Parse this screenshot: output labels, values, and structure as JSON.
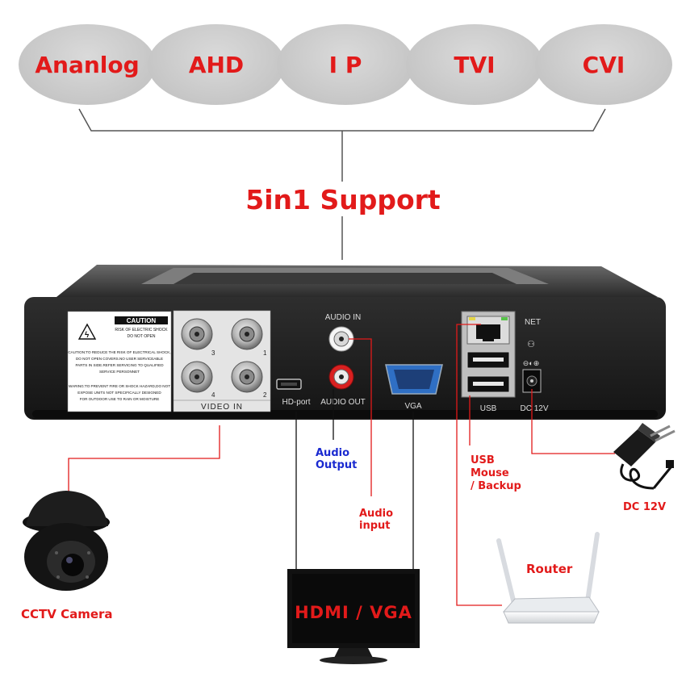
{
  "formats": [
    {
      "label": "Ananlog"
    },
    {
      "label": "AHD"
    },
    {
      "label": "I P"
    },
    {
      "label": "TVI"
    },
    {
      "label": "CVI"
    }
  ],
  "headline": "5in1 Support",
  "panel": {
    "caution_title": "CAUTION",
    "caution_sub1": "RISK OF ELECTRIC SHOCK",
    "caution_sub2": "DO NOT OPEN",
    "caution_lines": [
      "CAUTION:TO REDUCE THE RISK OF ELECTRICAL SHOCK,",
      "DO NOT OPEN COVERS.NO USER SERVICEABLE",
      "PARTS IN SIDE.REFER SERVICING TO QUALIFIED",
      "SERVICE PERSONNET",
      "WARING:TO PREVENT FIRE OR SHOCK HAZARD,DO NOT",
      "EXPOSE UNITS NOT SPECIFICALLY DESIGNED",
      "FOR OUTDOOR USE TO RAIN OR MOISTURE"
    ],
    "bnc_numbers": [
      "3",
      "1",
      "4",
      "2"
    ],
    "video_in": "VIDEO IN",
    "hd_port": "HD-port",
    "audio_in": "AUDIO IN",
    "audio_out": "AUDIO OUT",
    "vga": "VGA",
    "net": "NET",
    "usb": "USB",
    "dc": "DC 12V"
  },
  "callouts": {
    "audio_output": [
      "Audio",
      "Output"
    ],
    "audio_input": [
      "Audio",
      "input"
    ],
    "usb": [
      "USB",
      "Mouse",
      "/ Backup"
    ],
    "dc": "DC 12V",
    "router": "Router",
    "camera": "CCTV Camera",
    "monitor": "HDMI / VGA"
  },
  "colors": {
    "accent_red": "#e21a1a",
    "accent_blue": "#1a2ad0"
  }
}
